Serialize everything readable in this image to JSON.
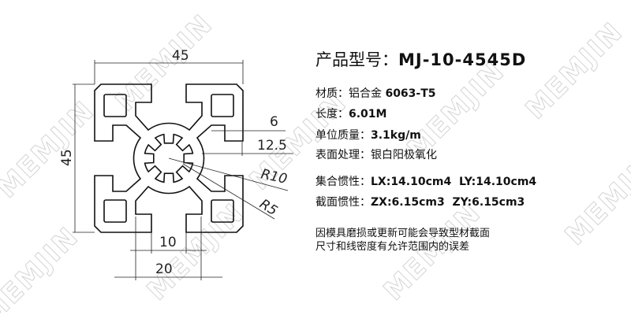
{
  "watermark": "MEMJIN",
  "drawing": {
    "width_dim": "45",
    "height_dim": "45",
    "dim_6": "6",
    "dim_12_5": "12.5",
    "radius_r10": "R10",
    "radius_r5": "R5",
    "dim_10": "10",
    "dim_20": "20"
  },
  "specs": {
    "model_label": "产品型号：",
    "model_value": "MJ-10-4545D",
    "material_label": "材质：",
    "material_value_cn": "铝合金",
    "material_value": "6063-T5",
    "length_label": "长度：",
    "length_value": "6.01M",
    "weight_label": "单位质量：",
    "weight_value": "3.1kg/m",
    "surface_label": "表面处理：",
    "surface_value": "银白阳极氧化",
    "inertia_label": "集合惯性：",
    "inertia_value": "LX:14.10cm4  LY:14.10cm4",
    "section_label": "截面惯性：",
    "section_value": "ZX:6.15cm3  ZY:6.15cm3",
    "note_line1": "因模具磨损或更新可能会导致型材截面",
    "note_line2": "尺寸和线密度有允许范围内的误差"
  }
}
